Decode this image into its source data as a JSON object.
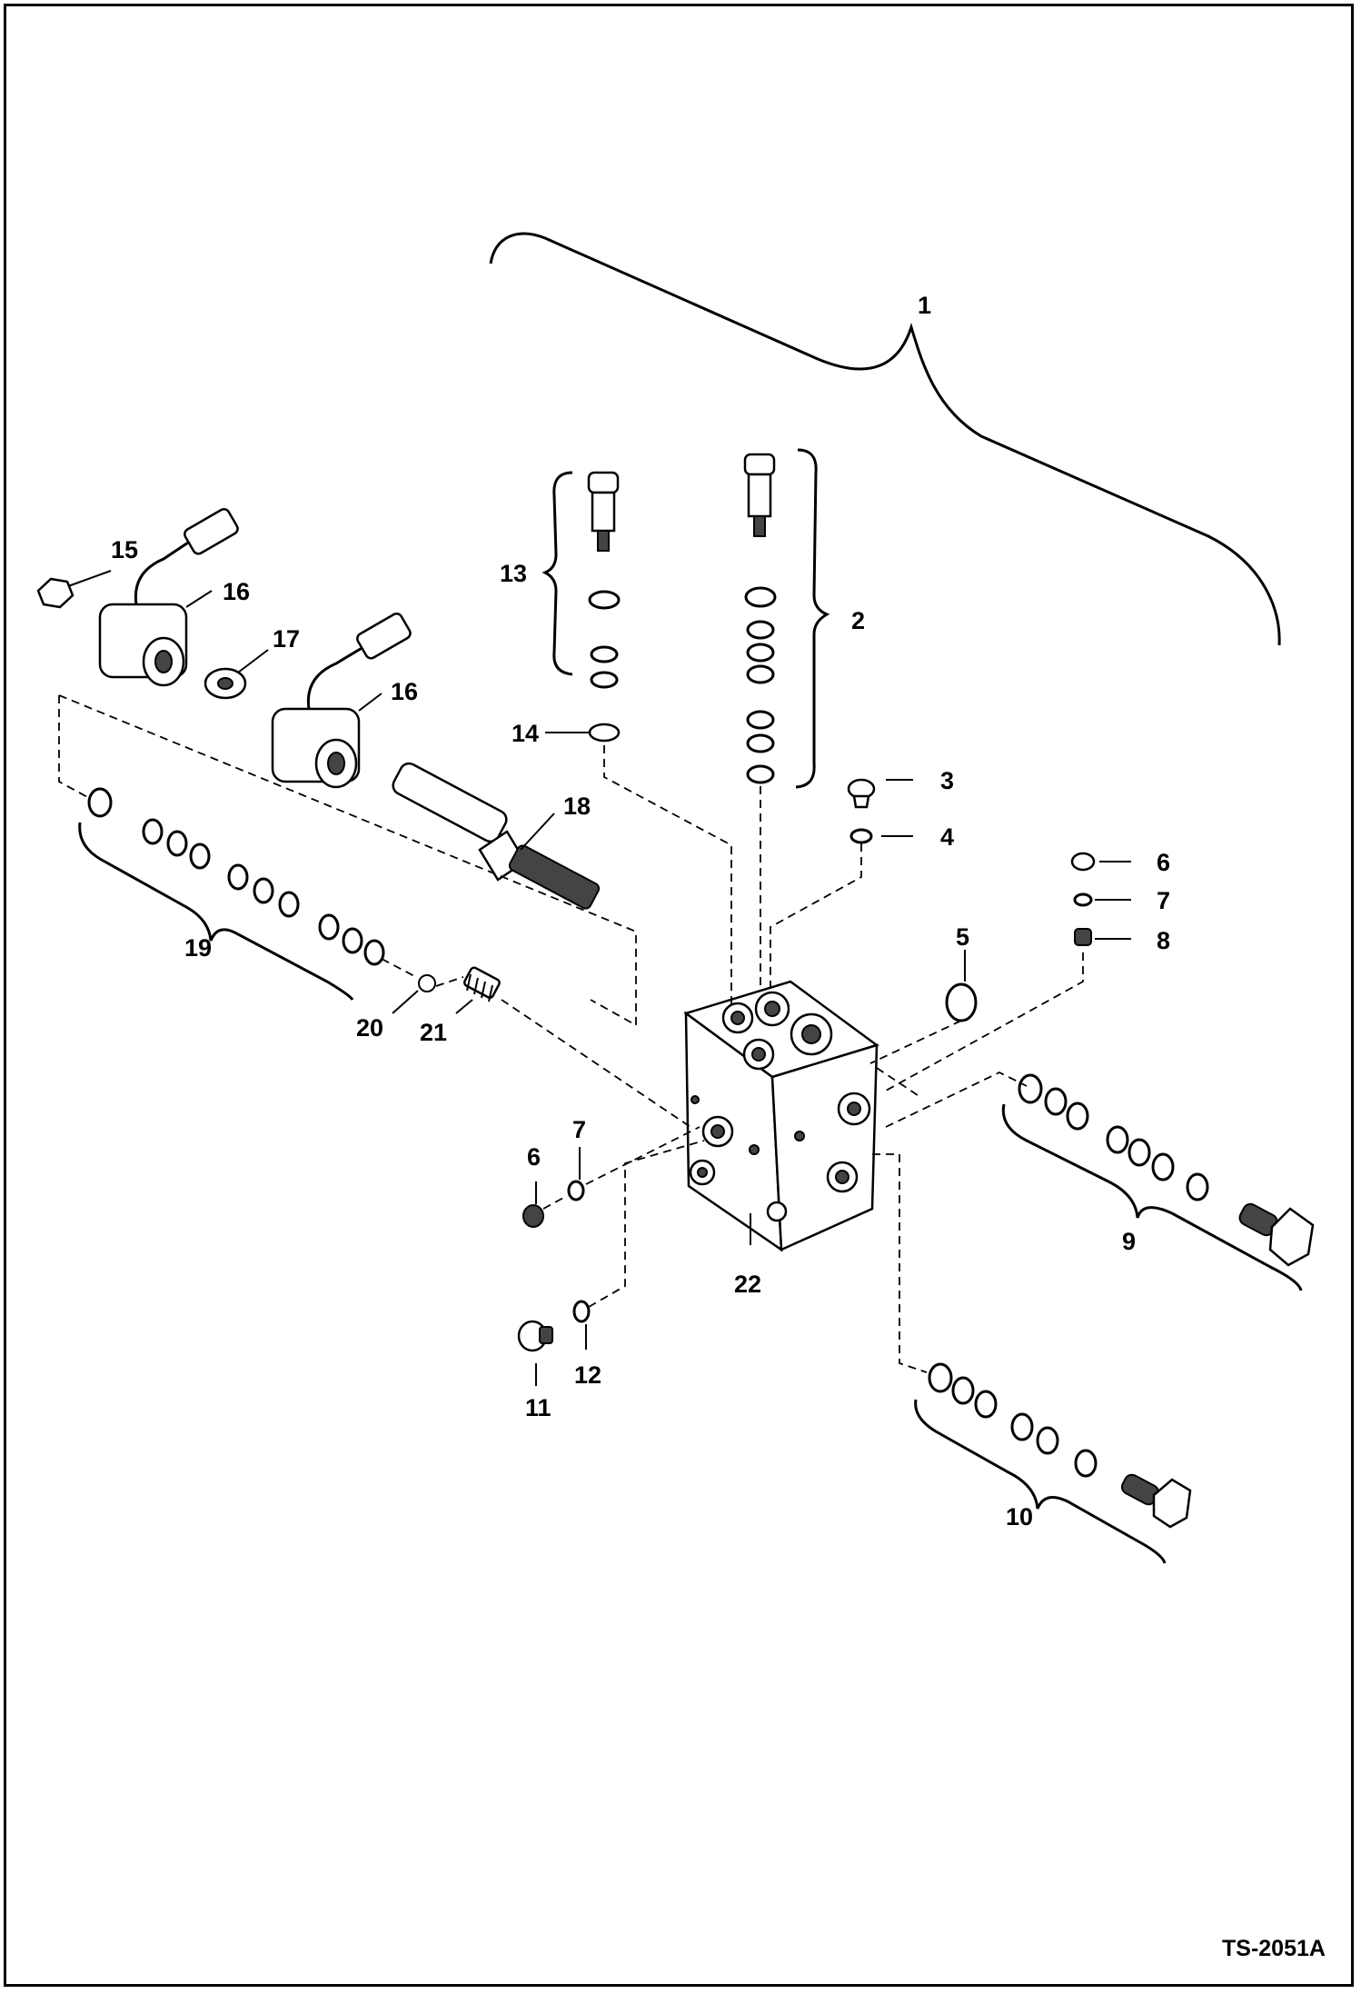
{
  "figure_id": "TS-2051A",
  "callouts": {
    "c1": "1",
    "c2": "2",
    "c3": "3",
    "c4": "4",
    "c5": "5",
    "c6": "6",
    "c6b": "6",
    "c7": "7",
    "c7b": "7",
    "c8": "8",
    "c9": "9",
    "c10": "10",
    "c11": "11",
    "c12": "12",
    "c13": "13",
    "c14": "14",
    "c15": "15",
    "c16": "16",
    "c16b": "16",
    "c17": "17",
    "c18": "18",
    "c19": "19",
    "c20": "20",
    "c21": "21",
    "c22": "22"
  }
}
